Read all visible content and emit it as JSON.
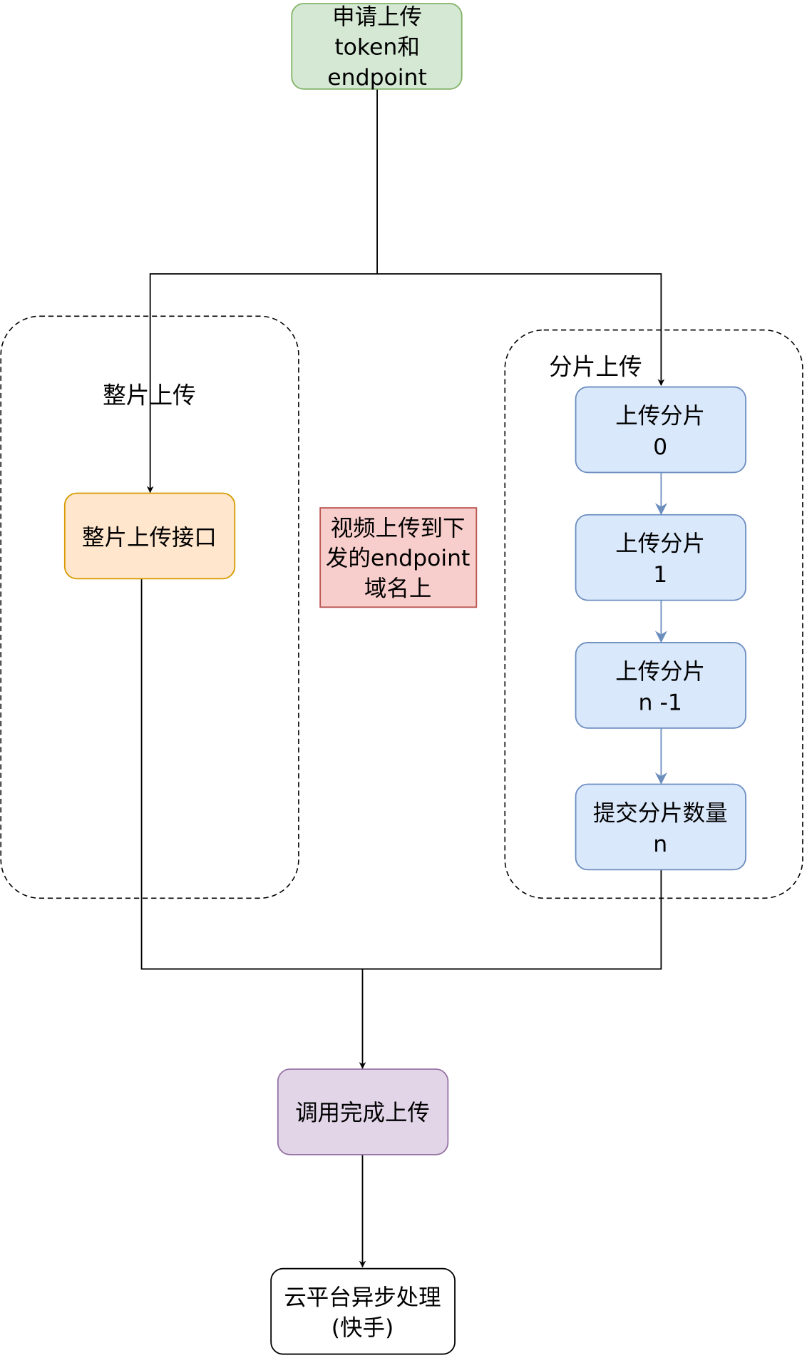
{
  "diagram": {
    "type": "flowchart",
    "nodes": {
      "request_token": {
        "lines": [
          "申请上传",
          "token和",
          "endpoint"
        ],
        "fill": "#d5e8d4",
        "stroke": "#82b366"
      },
      "whole_upload_api": {
        "lines": [
          "整片上传接口"
        ],
        "fill": "#ffe6cc",
        "stroke": "#d79b00"
      },
      "note_upload_domain": {
        "lines": [
          "视频上传到下",
          "发的endpoint",
          "域名上"
        ],
        "fill": "#f8cecc",
        "stroke": "#b85450"
      },
      "chunk_0": {
        "lines": [
          "上传分片",
          "0"
        ],
        "fill": "#dae8fc",
        "stroke": "#6c8ebf"
      },
      "chunk_1": {
        "lines": [
          "上传分片",
          "1"
        ],
        "fill": "#dae8fc",
        "stroke": "#6c8ebf"
      },
      "chunk_n_minus_1": {
        "lines": [
          "上传分片",
          "n -1"
        ],
        "fill": "#dae8fc",
        "stroke": "#6c8ebf"
      },
      "commit_chunk_count": {
        "lines": [
          "提交分片数量",
          "n"
        ],
        "fill": "#dae8fc",
        "stroke": "#6c8ebf"
      },
      "complete_upload": {
        "lines": [
          "调用完成上传"
        ],
        "fill": "#e1d5e7",
        "stroke": "#9673a6"
      },
      "cloud_async": {
        "lines": [
          "云平台异步处理",
          "(快手)"
        ],
        "fill": "#ffffff",
        "stroke": "#000000"
      }
    },
    "groups": {
      "whole_upload": {
        "label": "整片上传"
      },
      "chunked_upload": {
        "label": "分片上传"
      }
    },
    "edges": [
      {
        "from": "request_token",
        "to": "whole_upload_api"
      },
      {
        "from": "request_token",
        "to": "chunk_0"
      },
      {
        "from": "chunk_0",
        "to": "chunk_1"
      },
      {
        "from": "chunk_1",
        "to": "chunk_n_minus_1"
      },
      {
        "from": "chunk_n_minus_1",
        "to": "commit_chunk_count"
      },
      {
        "from": "whole_upload_api",
        "to": "complete_upload"
      },
      {
        "from": "commit_chunk_count",
        "to": "complete_upload"
      },
      {
        "from": "complete_upload",
        "to": "cloud_async"
      }
    ],
    "colors": {
      "edge_default": "#000000",
      "edge_chunk": "#6c8ebf"
    }
  }
}
